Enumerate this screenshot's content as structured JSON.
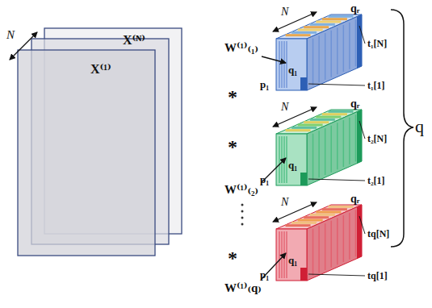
{
  "diagram": {
    "labels": [
      "N",
      "X⁽ᴺ⁾",
      "X⁽¹⁾",
      "*",
      "N",
      "qᵣ",
      "W⁽¹⁾₍₁₎",
      "q₁",
      "p₁",
      "t₁[N]",
      "t₁[1]",
      "*",
      "N",
      "qᵣ",
      "W⁽¹⁾₍₂₎",
      "q₁",
      "p₁",
      "t₂[N]",
      "t₂[1]",
      "*",
      "N",
      "qᵣ",
      "W⁽¹⁾₍q₎",
      "q₁",
      "p₁",
      "tq[N]",
      "tq[1]",
      "q"
    ]
  }
}
